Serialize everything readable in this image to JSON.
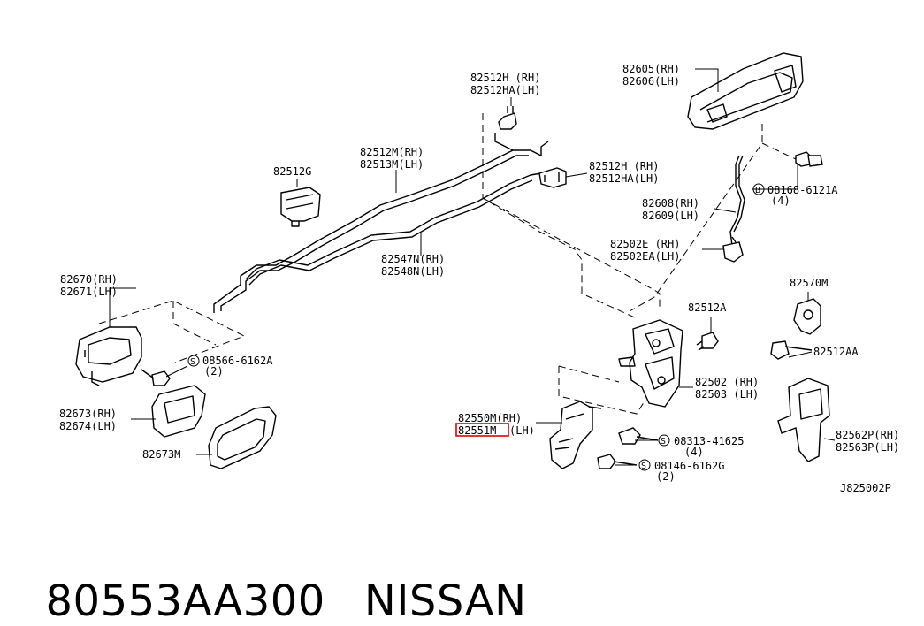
{
  "labels": {
    "p82512h_top": {
      "rh": "82512H (RH)",
      "lh": "82512HA(LH)"
    },
    "p82512m": {
      "rh": "82512M(RH)",
      "lh": "82513M(LH)"
    },
    "p82512g": "82512G",
    "p82547n": {
      "rh": "82547N(RH)",
      "lh": "82548N(LH)"
    },
    "p82670": {
      "rh": "82670(RH)",
      "lh": "82671(LH)"
    },
    "screw_08566": {
      "part": "08566-6162A",
      "qty": "(2)"
    },
    "p82673": {
      "rh": "82673(RH)",
      "lh": "82674(LH)"
    },
    "p82673m": "82673M",
    "p82605": {
      "rh": "82605(RH)",
      "lh": "82606(LH)"
    },
    "p82512h_mid": {
      "rh": "82512H (RH)",
      "lh": "82512HA(LH)"
    },
    "bolt_08168": {
      "part": "08168-6121A",
      "qty": "(4)"
    },
    "p82608": {
      "rh": "82608(RH)",
      "lh": "82609(LH)"
    },
    "p82502e": {
      "rh": "82502E (RH)",
      "lh": "82502EA(LH)"
    },
    "p82512a": "82512A",
    "p82570m": "82570M",
    "p82512aa": "82512AA",
    "p82502": {
      "rh": "82502 (RH)",
      "lh": "82503 (LH)"
    },
    "p82550m": {
      "rh": "82550M(RH)",
      "lh_part": "82551M",
      "lh_suffix": "(LH)"
    },
    "screw_08313": {
      "part": "08313-41625",
      "qty": "(4)"
    },
    "bolt_08146": {
      "part": "08146-6162G",
      "qty": "(2)"
    },
    "p82562p": {
      "rh": "82562P(RH)",
      "lh": "82563P(LH)"
    },
    "diagram_code": "J825002P"
  },
  "circle_symbols": {
    "s": "S",
    "b": "B"
  },
  "footer": {
    "part_number": "80553AA300",
    "brand": "NISSAN"
  },
  "highlight_color": "#e00000"
}
